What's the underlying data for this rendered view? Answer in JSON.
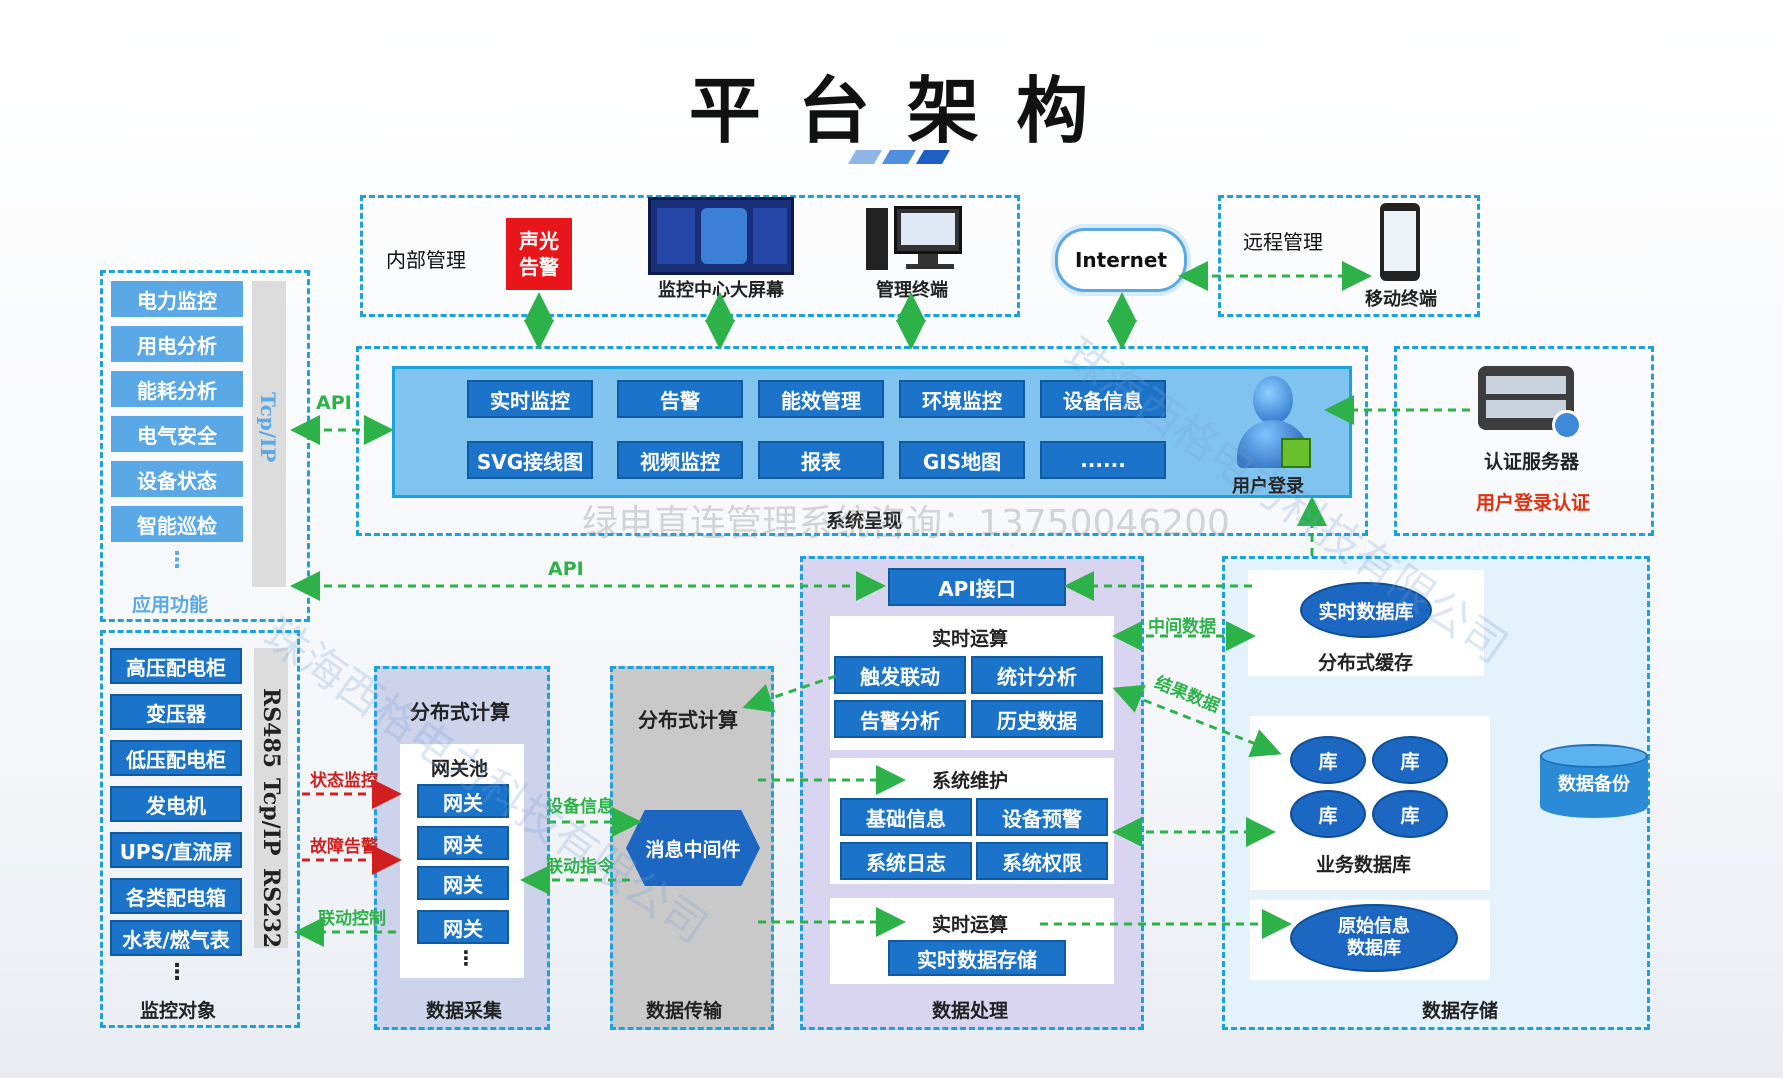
{
  "title": "平 台 架 构",
  "watermark": {
    "company": "珠海西格电力科技有限公司",
    "contact": "绿电直连管理系统咨询：13750046200"
  },
  "internal": {
    "label": "内部管理",
    "alarm": "声光\n告警",
    "screen_label": "监控中心大屏幕",
    "terminal_label": "管理终端"
  },
  "internet": {
    "label": "Internet"
  },
  "remote": {
    "label": "远程管理",
    "mobile_label": "移动终端"
  },
  "system": {
    "label": "系统呈现",
    "row1": [
      "实时监控",
      "告警",
      "能效管理",
      "环境监控",
      "设备信息"
    ],
    "row2": [
      "SVG接线图",
      "视频监控",
      "报表",
      "GIS地图",
      "......"
    ],
    "user_login": "用户登录"
  },
  "auth": {
    "server_label": "认证服务器",
    "login_auth": "用户登录认证"
  },
  "app": {
    "items": [
      "电力监控",
      "用电分析",
      "能耗分析",
      "电气安全",
      "设备状态",
      "智能巡检"
    ],
    "dots": "⋮",
    "label": "应用功能",
    "protocol": "Tcp/IP",
    "api_label": "API"
  },
  "monitor": {
    "items": [
      "高压配电柜",
      "变压器",
      "低压配电柜",
      "发电机",
      "UPS/直流屏",
      "各类配电箱",
      "水表/燃气表"
    ],
    "dots": "⋮",
    "label": "监控对象",
    "protocols": [
      "RS485",
      "Tcp/IP",
      "RS232"
    ]
  },
  "arrows": {
    "status": "状态监控",
    "fault": "故障告警",
    "linkage_ctrl": "联动控制",
    "device_info": "设备信息",
    "linkage_cmd": "联动指令",
    "api_bottom": "API",
    "mid_data": "中间数据",
    "result_data": "结果数据"
  },
  "collect": {
    "title": "分布式计算",
    "pool": "网关池",
    "gateways": [
      "网关",
      "网关",
      "网关",
      "网关"
    ],
    "dots": "⋮",
    "label": "数据采集"
  },
  "transfer": {
    "title": "分布式计算",
    "mq": "消息中间件",
    "label": "数据传输"
  },
  "process": {
    "api": "API接口",
    "realtime_title": "实时运算",
    "realtime_items": [
      "触发联动",
      "统计分析",
      "告警分析",
      "历史数据"
    ],
    "maint_title": "系统维护",
    "maint_items": [
      "基础信息",
      "设备预警",
      "系统日志",
      "系统权限"
    ],
    "store_title": "实时运算",
    "store_item": "实时数据存储",
    "label": "数据处理"
  },
  "storage": {
    "realtime_db": "实时数据库",
    "cache": "分布式缓存",
    "libs": [
      "库",
      "库",
      "库",
      "库"
    ],
    "biz_db": "业务数据库",
    "raw_db": "原始信息\n数据库",
    "backup": "数据备份",
    "label": "数据存储"
  },
  "colors": {
    "accent_blue": "#1b74c9",
    "dash_blue": "#1ba1dc",
    "green_arrow": "#2db24a",
    "red_arrow": "#d22020",
    "alarm_red": "#e8151b"
  }
}
